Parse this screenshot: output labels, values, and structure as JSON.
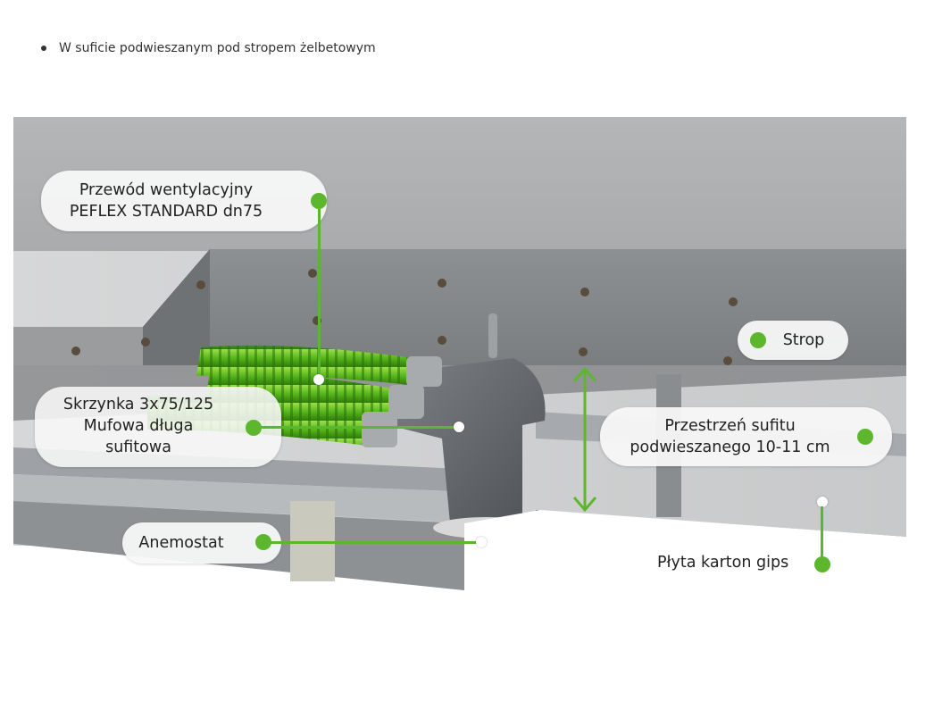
{
  "content": {
    "bullets": [
      "W suficie podwieszanym pod stropem żelbetowym"
    ]
  },
  "figure": {
    "accent_color": "#5db72e",
    "callouts": {
      "duct": [
        "Przewód wentylacyjny",
        "PEFLEX STANDARD dn75"
      ],
      "box": [
        "Skrzynka 3x75/125",
        "Mufowa długa",
        "sufitowa"
      ],
      "strop": [
        "Strop"
      ],
      "space": [
        "Przestrzeń sufitu",
        "podwieszanego 10-11 cm"
      ],
      "anemostat": [
        "Anemostat"
      ],
      "board": [
        "Płyta karton gips"
      ]
    }
  }
}
